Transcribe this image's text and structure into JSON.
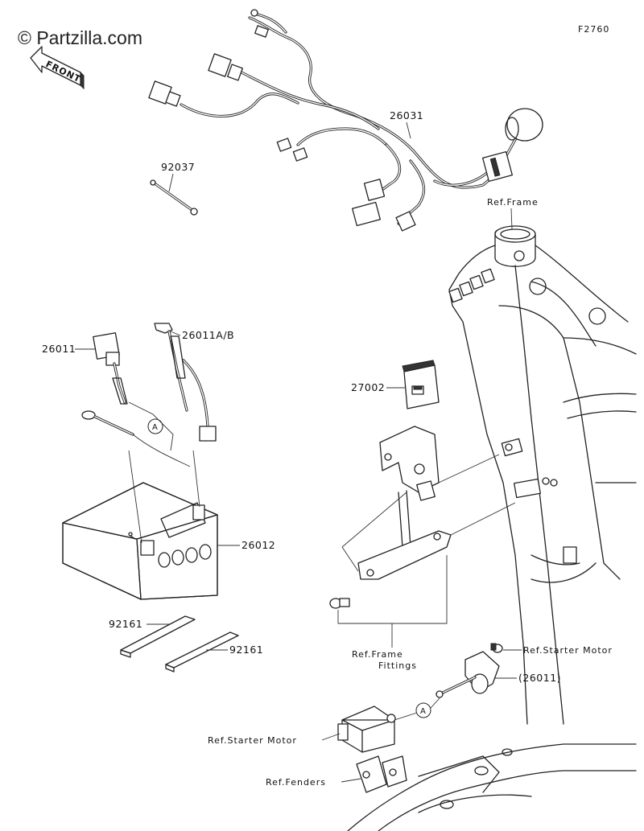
{
  "watermark": "© Partzilla.com",
  "figure_code": "F2760",
  "front_label": "FRONT",
  "callout_letter": "A",
  "labels": {
    "harness": "26031",
    "clamp": "92037",
    "frame_ref": "Ref.Frame",
    "cable_pos": "26011",
    "cable_neg": "26011A/B",
    "relay": "27002",
    "battery": "26012",
    "band1": "92161",
    "band2": "92161",
    "frame_fittings_1": "Ref.Frame",
    "frame_fittings_2": "Fittings",
    "starter_motor_top": "Ref.Starter Motor",
    "cable_ref": "(26011)",
    "starter_motor_left": "Ref.Starter Motor",
    "fenders": "Ref.Fenders"
  }
}
